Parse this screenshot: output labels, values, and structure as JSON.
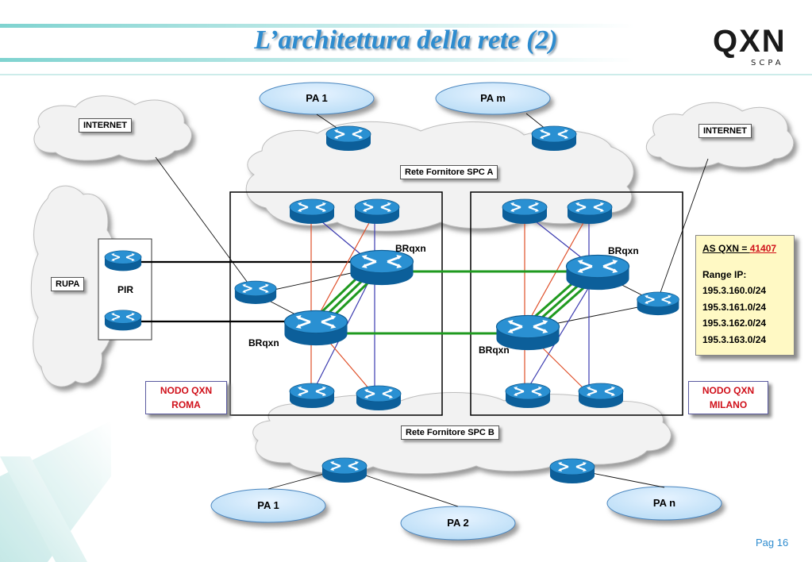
{
  "title": "L’architettura della rete  (2)",
  "logo": {
    "mark": "QXN",
    "sub": "SCPA"
  },
  "clouds": {
    "internet_left": "INTERNET",
    "internet_right": "INTERNET",
    "rupa": "RUPA",
    "spc_a": "Rete Fornitore SPC A",
    "spc_b": "Rete Fornitore SPC B"
  },
  "pa": {
    "top_left": "PA 1",
    "top_right": "PA m",
    "bottom_1": "PA 1",
    "bottom_2": "PA 2",
    "bottom_n": "PA n"
  },
  "pir": "PIR",
  "brqxn_roma_top": "BRqxn",
  "brqxn_roma_bottom": "BRqxn",
  "brqxn_milano_top": "BRqxn",
  "brqxn_milano_bottom": "BRqxn",
  "nodo_roma": {
    "line1": "NODO QXN",
    "line2": "ROMA"
  },
  "nodo_milano": {
    "line1": "NODO QXN",
    "line2": "MILANO"
  },
  "as_box": {
    "title": "AS QXN = ",
    "as_number": "41407",
    "range_label": "Range IP:",
    "ranges": [
      "195.3.160.0/24",
      "195.3.161.0/24",
      "195.3.162.0/24",
      "195.3.163.0/24"
    ]
  },
  "page": "Pag 16",
  "colors": {
    "title": "#2e8ccf",
    "accent_red": "#d0101a",
    "green_link": "#1f9a1f",
    "blue_link": "#3b3bb0",
    "red_link": "#e0502a",
    "router": "#1e7fc0"
  },
  "icons": [
    "router-icon",
    "cloud-shape",
    "ellipse-shape"
  ]
}
